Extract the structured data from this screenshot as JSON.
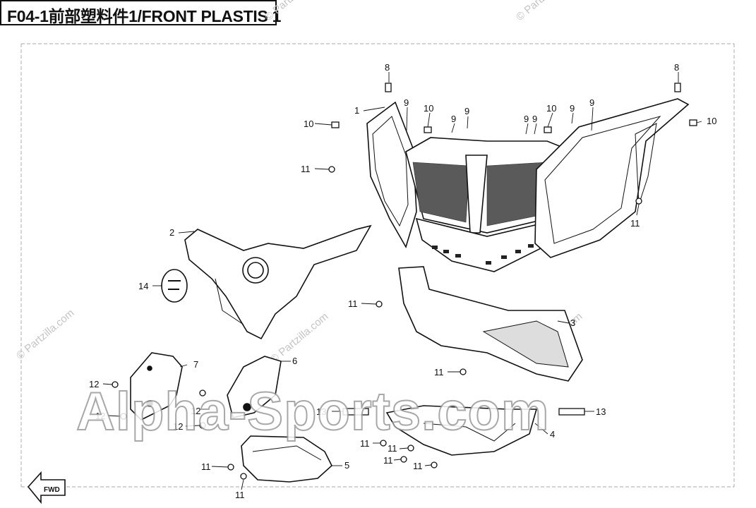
{
  "header": {
    "title": "F04-1前部塑料件1/FRONT PLASTIS 1"
  },
  "watermarks": {
    "main": "Alpha-Sports.com",
    "small": "© Partzilla.com"
  },
  "fwd_label": "FWD",
  "callouts": {
    "c1": "1",
    "c2": "2",
    "c3": "3",
    "c4": "4",
    "c5": "5",
    "c6": "6",
    "c7": "7",
    "c8a": "8",
    "c8b": "8",
    "c9a": "9",
    "c9b": "9",
    "c9c": "9",
    "c9d": "9",
    "c9e": "9",
    "c9f": "9",
    "c9g": "9",
    "c10a": "10",
    "c10b": "10",
    "c10c": "10",
    "c10d": "10",
    "c11a": "11",
    "c11b": "11",
    "c11c": "11",
    "c11d": "11",
    "c11e": "11",
    "c11f": "11",
    "c11g": "11",
    "c11h": "11",
    "c11i": "11",
    "c11j": "11",
    "c12a": "12",
    "c12b": "12",
    "c12c": "12",
    "c12d": "12",
    "c13a": "13",
    "c13b": "13",
    "c14": "14"
  },
  "colors": {
    "ink": "#111111",
    "dash": "#9a9a9a",
    "watermark": "#c4c4c4"
  }
}
